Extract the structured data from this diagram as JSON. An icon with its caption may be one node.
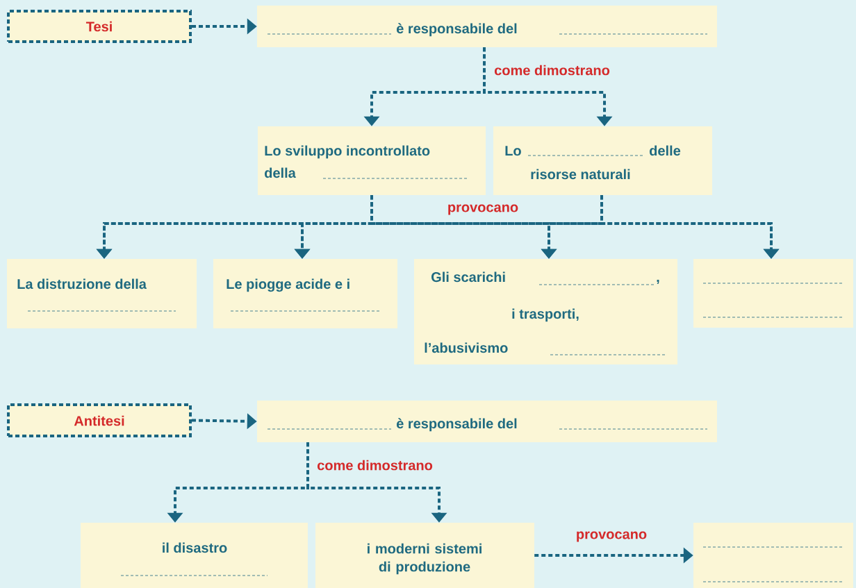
{
  "diagram": {
    "nodes": [
      {
        "text": [
          "Tesi"
        ]
      },
      {
        "text": [
          "è responsabile del"
        ]
      },
      {
        "text": [
          "Lo sviluppo incontrollato",
          "della"
        ]
      },
      {
        "text": [
          "Lo",
          "delle",
          "risorse naturali"
        ]
      },
      {
        "text": [
          "La distruzione della"
        ]
      },
      {
        "text": [
          "Le piogge acide e i"
        ]
      },
      {
        "text": [
          "Gli scarichi",
          ",",
          "i trasporti,",
          "l’abusivismo"
        ]
      },
      {
        "text": [],
        "shape": "box"
      },
      {
        "text": [
          "Antitesi"
        ]
      },
      {
        "text": [
          "è responsabile del"
        ]
      },
      {
        "text": [
          "il disastro"
        ]
      },
      {
        "text": [
          "i moderni sistemi di produzione"
        ]
      },
      {
        "text": [],
        "shape": "box"
      }
    ],
    "edges": [
      {
        "from": 0,
        "to": 1,
        "arrow": "to",
        "style": "dashed"
      },
      {
        "from": 1,
        "to": 2,
        "arrow": "to",
        "style": "dashed",
        "label": "come dimostrano"
      },
      {
        "from": 1,
        "to": 3,
        "arrow": "to",
        "style": "dashed"
      },
      {
        "from": 2,
        "to": 4,
        "arrow": "to",
        "style": "dashed"
      },
      {
        "from": 2,
        "to": 5,
        "arrow": "to",
        "style": "dashed"
      },
      {
        "from": 2,
        "to": 6,
        "arrow": "to",
        "style": "dashed",
        "label": "provocano"
      },
      {
        "from": 2,
        "to": 7,
        "arrow": "to",
        "style": "dashed"
      },
      {
        "from": 3,
        "to": 4,
        "arrow": "to",
        "style": "dashed"
      },
      {
        "from": 3,
        "to": 5,
        "arrow": "to",
        "style": "dashed"
      },
      {
        "from": 3,
        "to": 6,
        "arrow": "to",
        "style": "dashed"
      },
      {
        "from": 3,
        "to": 7,
        "arrow": "to",
        "style": "dashed"
      },
      {
        "from": 8,
        "to": 9,
        "arrow": "to",
        "style": "dashed"
      },
      {
        "from": 9,
        "to": 10,
        "arrow": "to",
        "style": "dashed",
        "label": "come dimostrano"
      },
      {
        "from": 9,
        "to": 11,
        "arrow": "to",
        "style": "dashed"
      },
      {
        "from": 11,
        "to": 12,
        "arrow": "to",
        "style": "dashed",
        "label": "provocano"
      }
    ]
  }
}
